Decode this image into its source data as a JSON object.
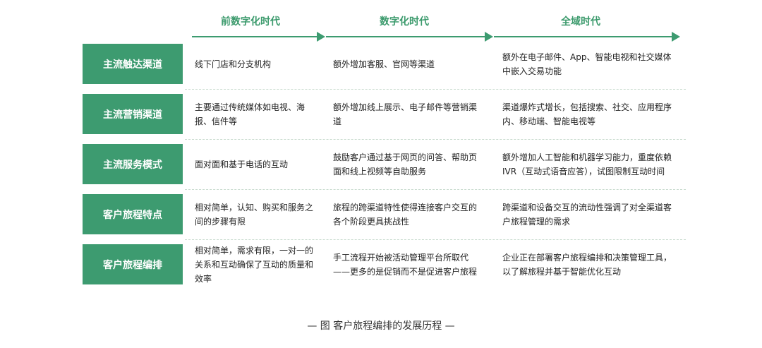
{
  "eras": [
    "前数字化时代",
    "数字化时代",
    "全域时代"
  ],
  "rows": [
    {
      "label": "主流触达渠道",
      "cells": [
        "线下门店和分支机构",
        "额外增加客服、官网等渠道",
        "额外在电子邮件、App、智能电视和社交媒体中嵌入交易功能"
      ]
    },
    {
      "label": "主流营销渠道",
      "cells": [
        "主要通过传统媒体如电视、海报、信件等",
        "额外增加线上展示、电子邮件等营销渠道",
        "渠道爆炸式增长，包括搜索、社交、应用程序内、移动端、智能电视等"
      ]
    },
    {
      "label": "主流服务模式",
      "cells": [
        "面对面和基于电话的互动",
        "鼓励客户通过基于网页的问答、帮助页面和线上视频等自助服务",
        "额外增加人工智能和机器学习能力，重度依赖 IVR（互动式语音应答），试图限制互动时间"
      ]
    },
    {
      "label": "客户旅程特点",
      "cells": [
        "相对简单，认知、购买和服务之间的步骤有限",
        "旅程的跨渠道特性使得连接客户交互的各个阶段更具挑战性",
        "跨渠道和设备交互的流动性强调了对全渠道客户旅程管理的需求"
      ]
    },
    {
      "label": "客户旅程编排",
      "cells": [
        "相对简单，需求有限，一对一的关系和互动确保了互动的质量和效率",
        "手工流程开始被活动管理平台所取代——更多的是促销而不是促进客户旅程",
        "企业正在部署客户旅程编排和决策管理工具，以了解旅程并基于智能优化互动"
      ]
    }
  ],
  "caption": "— 图 客户旅程编排的发展历程 —",
  "colors": {
    "accent": "#3d9b70",
    "text": "#222222"
  }
}
